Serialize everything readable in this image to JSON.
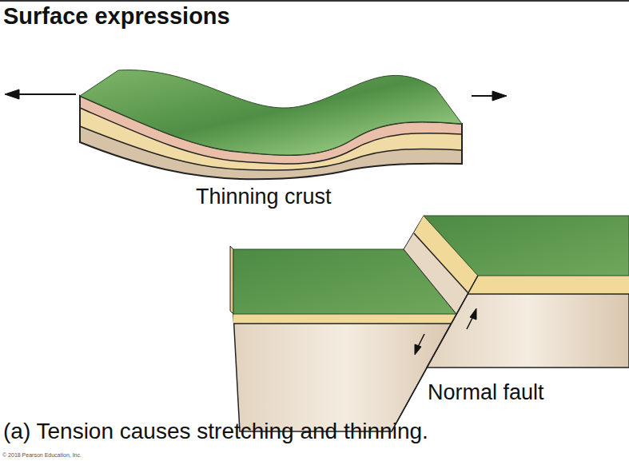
{
  "diagram": {
    "title": "Surface expressions",
    "caption": "(a) Tension causes stretching and thinning.",
    "labels": [
      "Thinning crust",
      "Normal fault",
      "© 2018 Pearson Education, Inc."
    ]
  }
}
